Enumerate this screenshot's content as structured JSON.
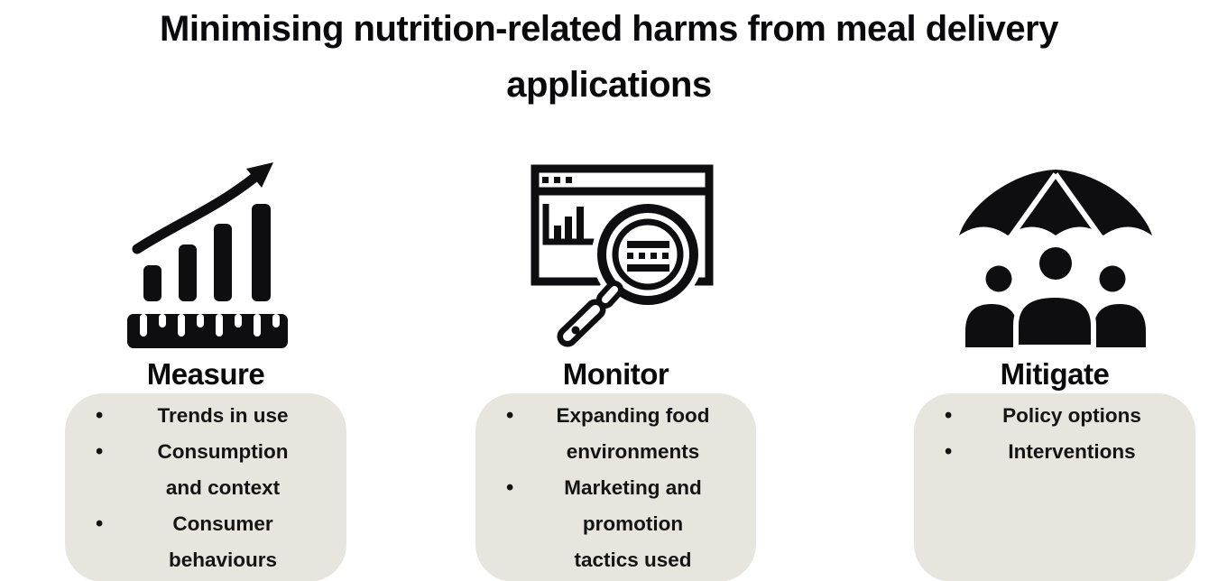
{
  "title": {
    "line1": "Minimising nutrition-related harms from meal delivery",
    "line2": "applications"
  },
  "colors": {
    "background": "#ffffff",
    "ink": "#0e0e10",
    "box_background": "#e8e5de",
    "text": "#141414"
  },
  "columns": [
    {
      "id": "measure",
      "icon": "growth-bar-chart-ruler-icon",
      "heading": "Measure",
      "items": [
        "Trends in use",
        "Consumption\nand context",
        "Consumer\nbehaviours"
      ]
    },
    {
      "id": "monitor",
      "icon": "dashboard-magnifier-icon",
      "heading": "Monitor",
      "items": [
        "Expanding food\nenvironments",
        "Marketing and\npromotion\ntactics used"
      ]
    },
    {
      "id": "mitigate",
      "icon": "umbrella-people-icon",
      "heading": "Mitigate",
      "items": [
        "Policy options",
        "Interventions"
      ]
    }
  ]
}
